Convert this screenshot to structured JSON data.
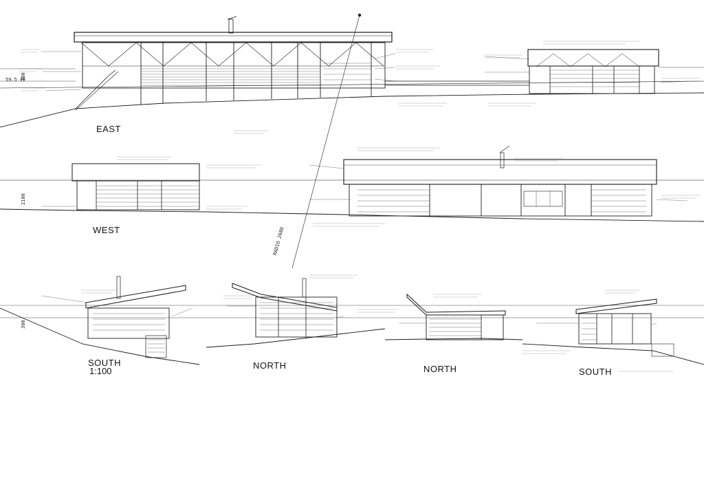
{
  "elevations": {
    "east": "EAST",
    "west": "WEST",
    "south_left": "SOUTH",
    "north_left": "NORTH",
    "north_right": "NORTH",
    "south_right": "SOUTH"
  },
  "scale": "1:100",
  "dimensions": {
    "east_ffl": "59.5 FF",
    "east_height": "300",
    "west_height": "2100",
    "section_height": "300",
    "diag_note": "RADIO 2680"
  },
  "colors": {
    "line": "#1a1a1a",
    "paper": "#ffffff"
  }
}
